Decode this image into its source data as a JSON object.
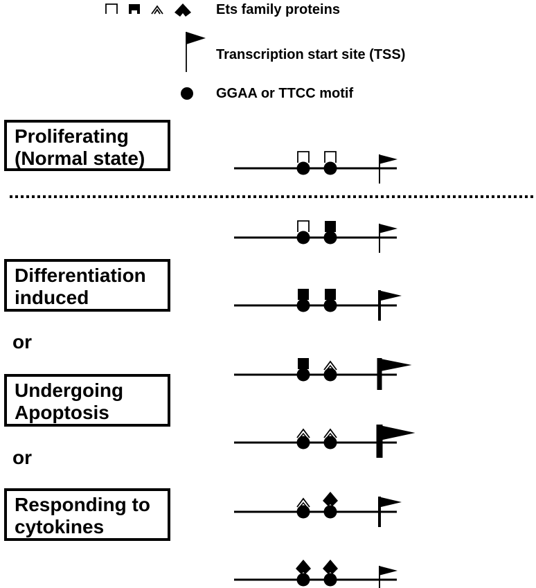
{
  "legend": {
    "ets_label": "Ets family proteins",
    "tss_label": "Transcription start site (TSS)",
    "motif_label": "GGAA or TTCC motif",
    "ets_symbols": [
      "open-square",
      "filled-square",
      "open-chevron",
      "filled-diamond"
    ]
  },
  "states": {
    "normal": {
      "line1": "Proliferating",
      "line2": "(Normal state)"
    },
    "differentiation": {
      "line1": "Differentiation",
      "line2": "induced"
    },
    "apoptosis": {
      "line1": "Undergoing",
      "line2": "Apoptosis"
    },
    "cytokines": {
      "line1": "Responding to",
      "line2": "cytokines"
    }
  },
  "connectors": {
    "or1": "or",
    "or2": "or"
  },
  "promoter_rows": [
    {
      "proteins": [
        "open-square",
        "open-square"
      ],
      "tss_strength": "weak"
    },
    {
      "proteins": [
        "open-square",
        "filled-square"
      ],
      "tss_strength": "weak"
    },
    {
      "proteins": [
        "filled-square",
        "filled-square"
      ],
      "tss_strength": "medium"
    },
    {
      "proteins": [
        "filled-square",
        "open-chevron"
      ],
      "tss_strength": "strong"
    },
    {
      "proteins": [
        "open-chevron",
        "open-chevron"
      ],
      "tss_strength": "strongest"
    },
    {
      "proteins": [
        "open-chevron",
        "filled-diamond"
      ],
      "tss_strength": "medium"
    },
    {
      "proteins": [
        "filled-diamond",
        "filled-diamond"
      ],
      "tss_strength": "weak"
    }
  ]
}
